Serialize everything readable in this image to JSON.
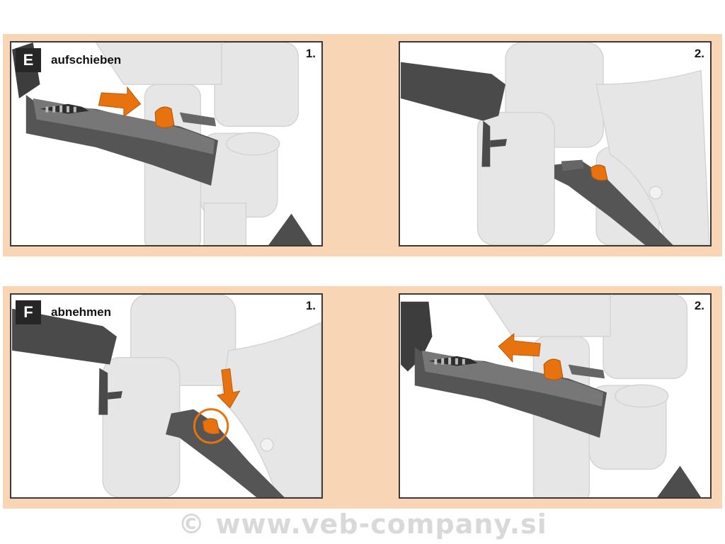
{
  "sections": [
    {
      "letter": "E",
      "title": "aufschieben",
      "steps": [
        "1.",
        "2."
      ]
    },
    {
      "letter": "F",
      "title": "abnehmen",
      "steps": [
        "1.",
        "2."
      ]
    }
  ],
  "watermark": "© www.veb-company.si",
  "colors": {
    "band": "#f8d6b5",
    "clip_orange": "#e8730e",
    "fender_dark": "#4a4a4a",
    "fork_ghost": "#e6e6e6"
  },
  "icons": [
    "orange-arrow-icon",
    "highlight-circle-icon"
  ]
}
